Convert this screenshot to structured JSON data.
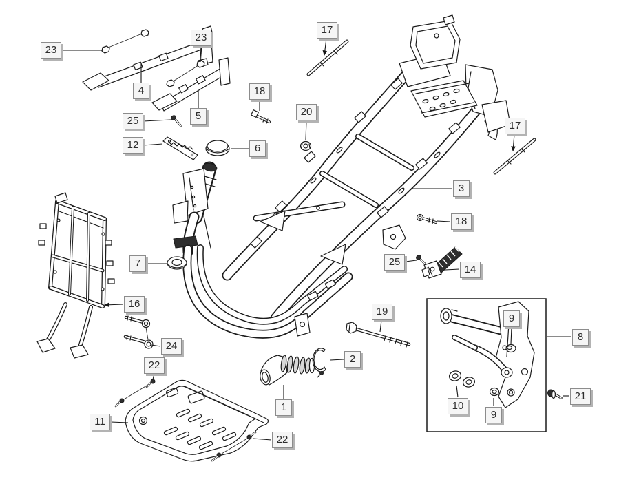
{
  "diagram": {
    "kind": "exploded-parts-diagram",
    "background_color": "#ffffff",
    "line_color": "#1c1c1c",
    "label_background": "#f5f5f5",
    "label_border": "#8c8c8c",
    "label_shadow": "#b3b3b3",
    "label_text_color": "#2d2d2d"
  },
  "callouts": [
    {
      "id": "23-a",
      "number": "23"
    },
    {
      "id": "4",
      "number": "4"
    },
    {
      "id": "23-b",
      "number": "23"
    },
    {
      "id": "5",
      "number": "5"
    },
    {
      "id": "17-a",
      "number": "17"
    },
    {
      "id": "18-a",
      "number": "18"
    },
    {
      "id": "20",
      "number": "20"
    },
    {
      "id": "25-a",
      "number": "25"
    },
    {
      "id": "12",
      "number": "12"
    },
    {
      "id": "6",
      "number": "6"
    },
    {
      "id": "17-b",
      "number": "17"
    },
    {
      "id": "3",
      "number": "3"
    },
    {
      "id": "18-b",
      "number": "18"
    },
    {
      "id": "7",
      "number": "7"
    },
    {
      "id": "16",
      "number": "16"
    },
    {
      "id": "24",
      "number": "24"
    },
    {
      "id": "22-a",
      "number": "22"
    },
    {
      "id": "11",
      "number": "11"
    },
    {
      "id": "1",
      "number": "1"
    },
    {
      "id": "2",
      "number": "2"
    },
    {
      "id": "19",
      "number": "19"
    },
    {
      "id": "25-b",
      "number": "25"
    },
    {
      "id": "14",
      "number": "14"
    },
    {
      "id": "8",
      "number": "8"
    },
    {
      "id": "9-a",
      "number": "9"
    },
    {
      "id": "10",
      "number": "10"
    },
    {
      "id": "9-b",
      "number": "9"
    },
    {
      "id": "21",
      "number": "21"
    },
    {
      "id": "22-b",
      "number": "22"
    }
  ]
}
